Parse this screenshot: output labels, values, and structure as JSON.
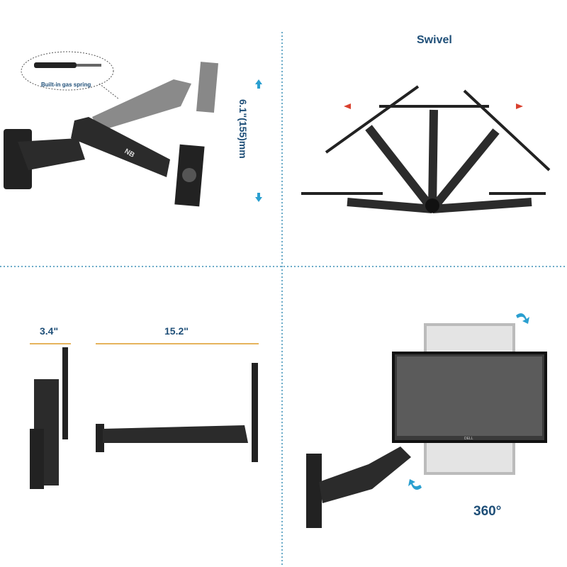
{
  "panels": {
    "height": {
      "callout": "Built-in gas spring",
      "measurement": "6.1\"(155)mm",
      "logo": "NB"
    },
    "swivel": {
      "title": "Swivel"
    },
    "extension": {
      "depth": "3.4\"",
      "reach": "15.2\""
    },
    "rotation": {
      "angle": "360°",
      "monitor_brand": "DELL"
    }
  },
  "colors": {
    "text": "#1f4f78",
    "divider": "#3a8fb5",
    "dimension_line": "#e6b45c",
    "arrow_red": "#d9402e",
    "arrow_blue": "#2a9fd0",
    "arm": "#2b2b2b",
    "arm_ghost": "#8a8a8a"
  }
}
